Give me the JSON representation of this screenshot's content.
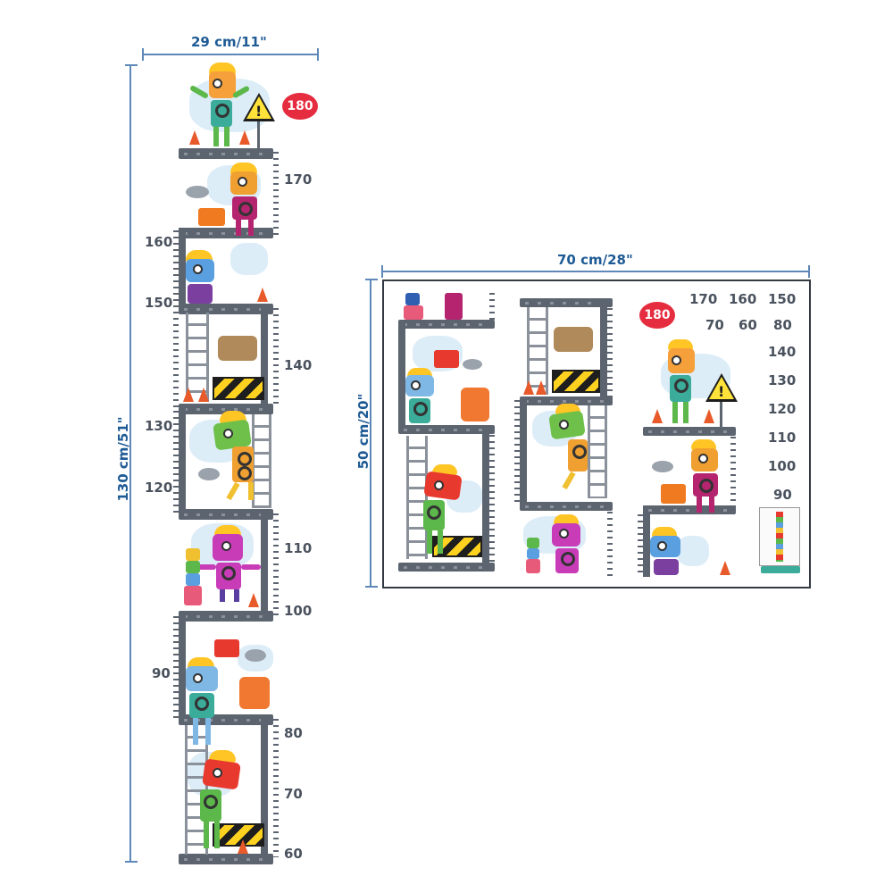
{
  "left_chart": {
    "width_label": "29 cm/11\"",
    "height_label": "130 cm/51\"",
    "badge": "180",
    "marks": [
      "170",
      "160",
      "150",
      "140",
      "130",
      "120",
      "110",
      "100",
      "90",
      "80",
      "70",
      "60"
    ]
  },
  "right_sheet": {
    "width_label": "70 cm/28\"",
    "height_label": "50 cm/20\"",
    "badge": "180",
    "numbers": [
      "170",
      "160",
      "150",
      "70",
      "60",
      "80",
      "140",
      "130",
      "120",
      "110",
      "100",
      "90"
    ]
  },
  "colors": {
    "dimension_line": "#5e88b8",
    "dimension_text": "#1e5a94",
    "beam": "#5c6470",
    "badge": "#e52d3f",
    "warning": "#ffe33a",
    "hat": "#ffc525"
  },
  "icons": [
    "warning-sign-icon",
    "traffic-cone-icon",
    "robot-icon",
    "cat-icon",
    "bird-icon",
    "toolbox-icon",
    "ladder-icon",
    "chevron-sign-icon"
  ]
}
